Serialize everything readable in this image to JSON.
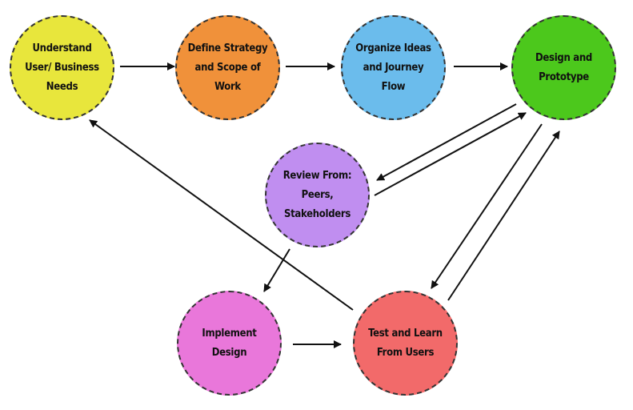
{
  "diagram": {
    "nodes": [
      {
        "id": "understand",
        "label": "Understand\nUser/ Business\nNeeds",
        "color": "#e8e63c"
      },
      {
        "id": "define",
        "label": "Define Strategy\nand Scope of\nWork",
        "color": "#f0913a"
      },
      {
        "id": "organize",
        "label": "Organize Ideas\nand Journey\nFlow",
        "color": "#6bbcec"
      },
      {
        "id": "design",
        "label": "Design and\nPrototype",
        "color": "#4cc81c"
      },
      {
        "id": "review",
        "label": "Review From:\nPeers,\nStakeholders",
        "color": "#c08ef0"
      },
      {
        "id": "implement",
        "label": "Implement\nDesign",
        "color": "#e977da"
      },
      {
        "id": "test",
        "label": "Test and Learn\nFrom Users",
        "color": "#f26a6a"
      }
    ],
    "edges": [
      {
        "from": "understand",
        "to": "define"
      },
      {
        "from": "define",
        "to": "organize"
      },
      {
        "from": "organize",
        "to": "design"
      },
      {
        "from": "design",
        "to": "review"
      },
      {
        "from": "review",
        "to": "design"
      },
      {
        "from": "design",
        "to": "test"
      },
      {
        "from": "test",
        "to": "design"
      },
      {
        "from": "review",
        "to": "implement"
      },
      {
        "from": "implement",
        "to": "test"
      },
      {
        "from": "test",
        "to": "understand"
      }
    ]
  }
}
